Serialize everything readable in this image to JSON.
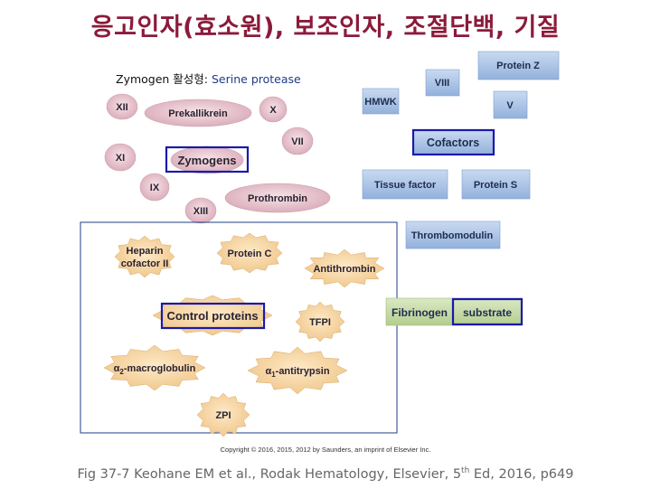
{
  "title": "응고인자(효소원), 보조인자, 조절단백, 기질",
  "zymogen_caption": {
    "prefix": "Zymogen 활성형: ",
    "highlight": "Serine protease"
  },
  "zymogens": {
    "xii": "XII",
    "prekallikrein": "Prekallikrein",
    "x": "X",
    "vii": "VII",
    "xi": "XI",
    "zymogens": "Zymogens",
    "ix": "IX",
    "prothrombin": "Prothrombin",
    "xiii": "XIII"
  },
  "cofactors": {
    "protein_z": "Protein Z",
    "viii": "VIII",
    "hmwk": "HMWK",
    "v": "V",
    "cofactors": "Cofactors",
    "tissue_factor": "Tissue factor",
    "protein_s": "Protein S",
    "thrombomodulin": "Thrombomodulin"
  },
  "control": {
    "heparin_1": "Heparin",
    "heparin_2": "cofactor II",
    "protein_c": "Protein C",
    "antithrombin": "Antithrombin",
    "control_proteins": "Control proteins",
    "tfpi": "TFPI",
    "macroglobulin_sym": "α",
    "macroglobulin_sub": "2",
    "macroglobulin_rest": "-macroglobulin",
    "antitrypsin_sym": "α",
    "antitrypsin_sub": "1",
    "antitrypsin_rest": "-antitrypsin",
    "zpi": "ZPI"
  },
  "substrate": {
    "fibrinogen": "Fibrinogen",
    "substrate": "substrate"
  },
  "copyright": "Copyright © 2016, 2015, 2012 by Saunders, an imprint of Elsevier Inc.",
  "reference": {
    "part1": "Fig 37-7 Keohane EM et al., Rodak Hematology, Elsevier, 5",
    "sup": "th",
    "part2": " Ed, 2016, p649"
  },
  "colors": {
    "title": "#8b1a3b",
    "zymogen_fill": "#e8c7d0",
    "cofactor_fill": "#a9c3e6",
    "control_fill": "#f7d6a6",
    "substrate_fill": "#c8dca8",
    "highlight_border": "#1a1aa8"
  }
}
